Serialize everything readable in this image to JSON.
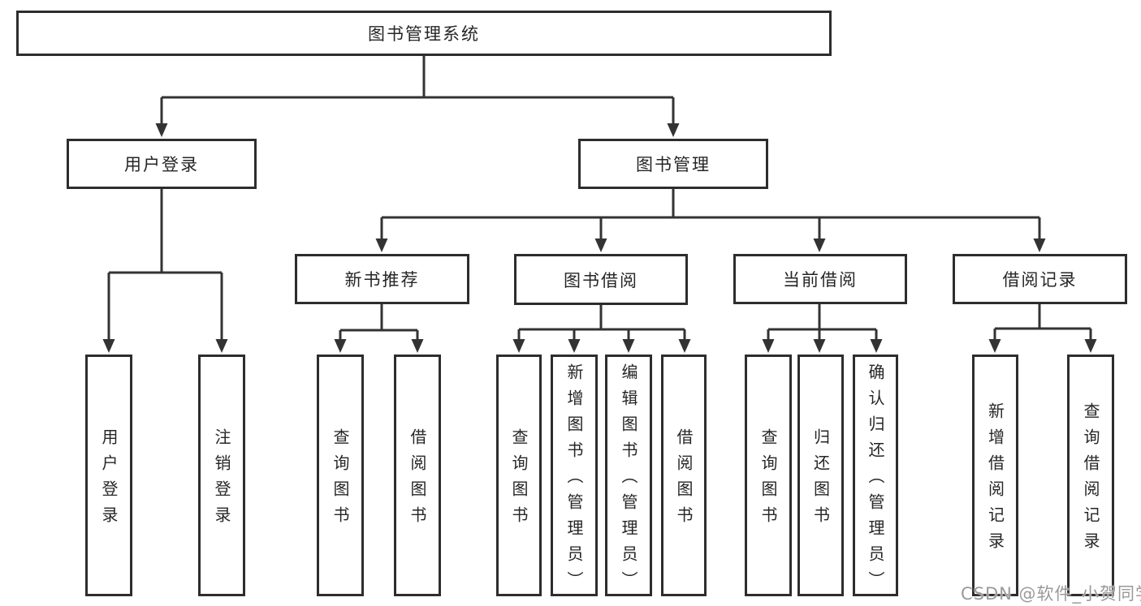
{
  "tree": {
    "root": {
      "label": "图书管理系统"
    },
    "children": [
      {
        "label": "用户登录",
        "children": [
          {
            "label": "用户登录"
          },
          {
            "label": "注销登录"
          }
        ]
      },
      {
        "label": "图书管理",
        "children": [
          {
            "label": "新书推荐",
            "children": [
              {
                "label": "查询图书"
              },
              {
                "label": "借阅图书"
              }
            ]
          },
          {
            "label": "图书借阅",
            "children": [
              {
                "label": "查询图书"
              },
              {
                "label": "新增图书（管理员）"
              },
              {
                "label": "编辑图书（管理员）"
              },
              {
                "label": "借阅图书"
              }
            ]
          },
          {
            "label": "当前借阅",
            "children": [
              {
                "label": "查询图书"
              },
              {
                "label": "归还图书"
              },
              {
                "label": "确认归还（管理员）"
              }
            ]
          },
          {
            "label": "借阅记录",
            "children": [
              {
                "label": "新增借阅记录"
              },
              {
                "label": "查询借阅记录"
              }
            ]
          }
        ]
      }
    ]
  },
  "watermark": {
    "text": "CSDN @软件_小贺同学"
  },
  "colors": {
    "line": "#333333",
    "box_border": "#2d2d2d",
    "text": "#262626",
    "watermark": "#9a9a9a",
    "background": "#ffffff"
  }
}
